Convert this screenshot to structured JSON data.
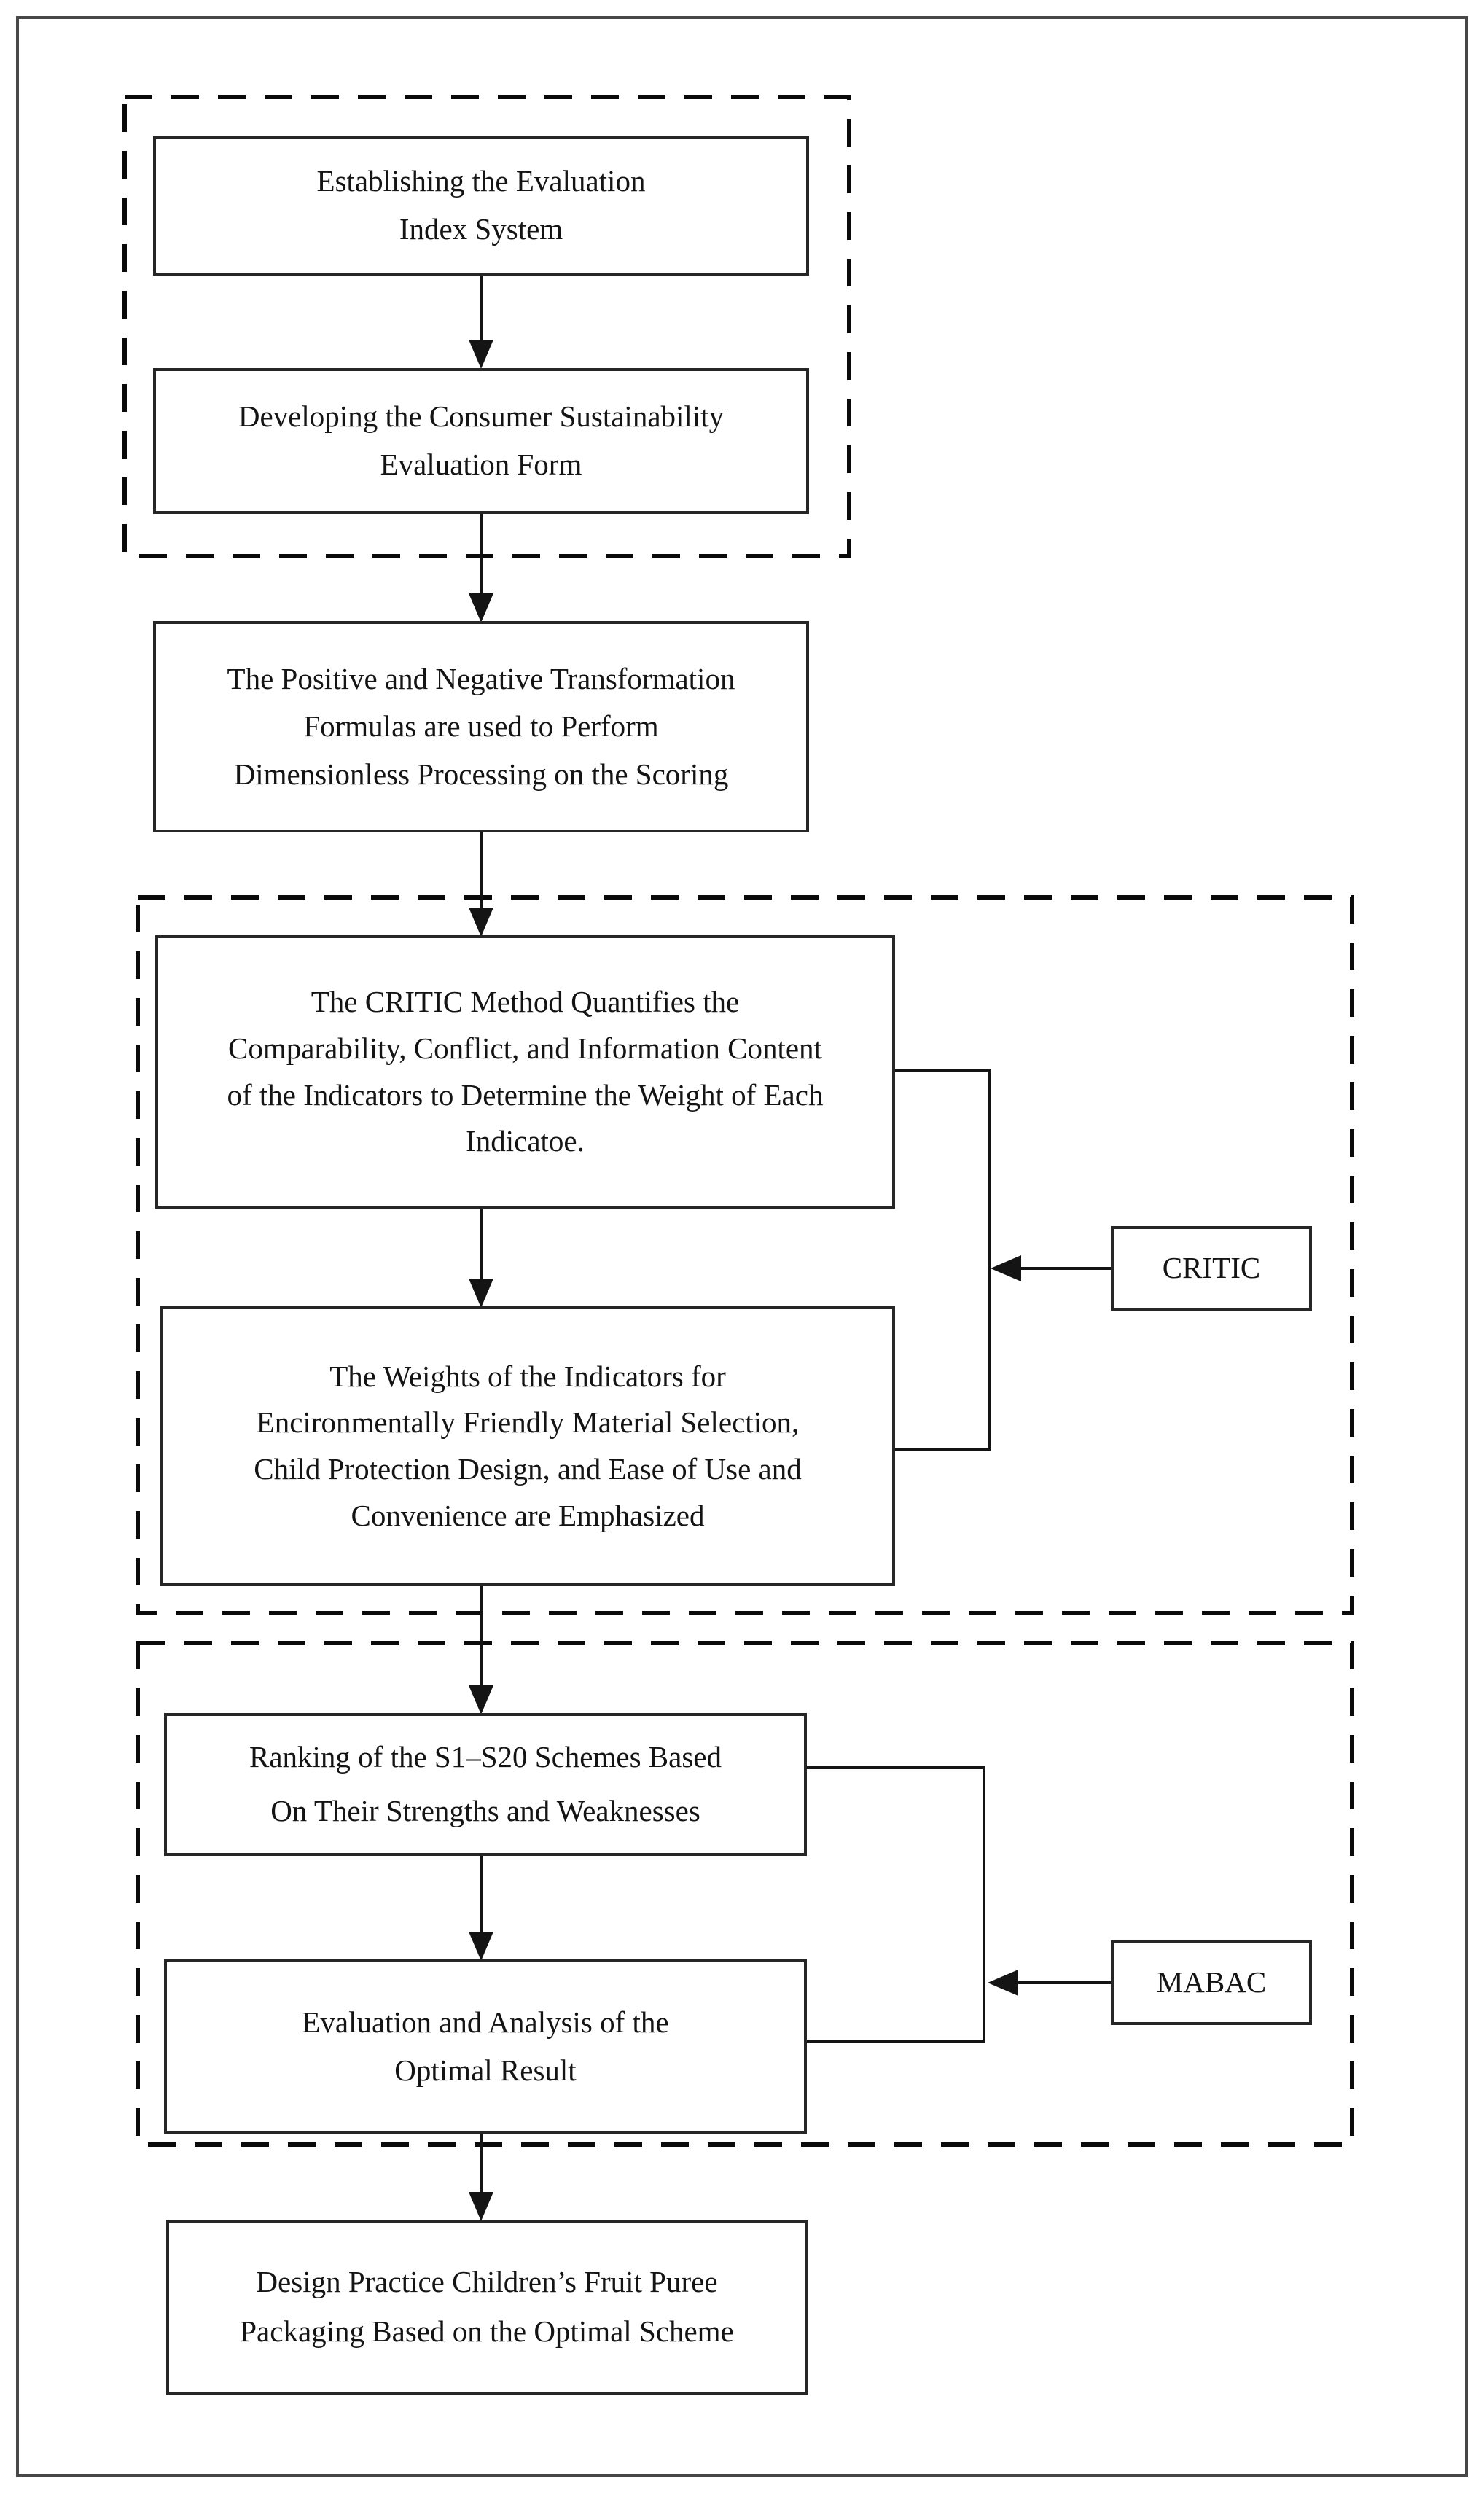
{
  "figure": {
    "stage_preparation": {
      "establish_box": "Establishing the Evaluation\nIndex System",
      "develop_box": "Developing the Consumer Sustainability\nEvaluation Form"
    },
    "transform_box": "The Positive and Negative Transformation\nFormulas are used to Perform\nDimensionless Processing on the Scoring",
    "stage_critic": {
      "method_box": "The CRITIC Method Quantifies the\nComparability, Conflict, and Information Content\nof the Indicators to Determine the Weight of Each\nIndicatoe.",
      "weights_box": "The Weights of the Indicators for\nEncironmentally Friendly Material Selection,\nChild Protection Design, and Ease of Use and\nConvenience are Emphasized",
      "label": "CRITIC"
    },
    "stage_mabac": {
      "ranking_box": "Ranking of the S1–S20 Schemes Based\nOn Their Strengths and Weaknesses",
      "evaluation_box": "Evaluation and Analysis of the\nOptimal Result",
      "label": "MABAC"
    },
    "practice_box": "Design Practice Children’s Fruit Puree\nPackaging Based on the Optimal Scheme"
  }
}
